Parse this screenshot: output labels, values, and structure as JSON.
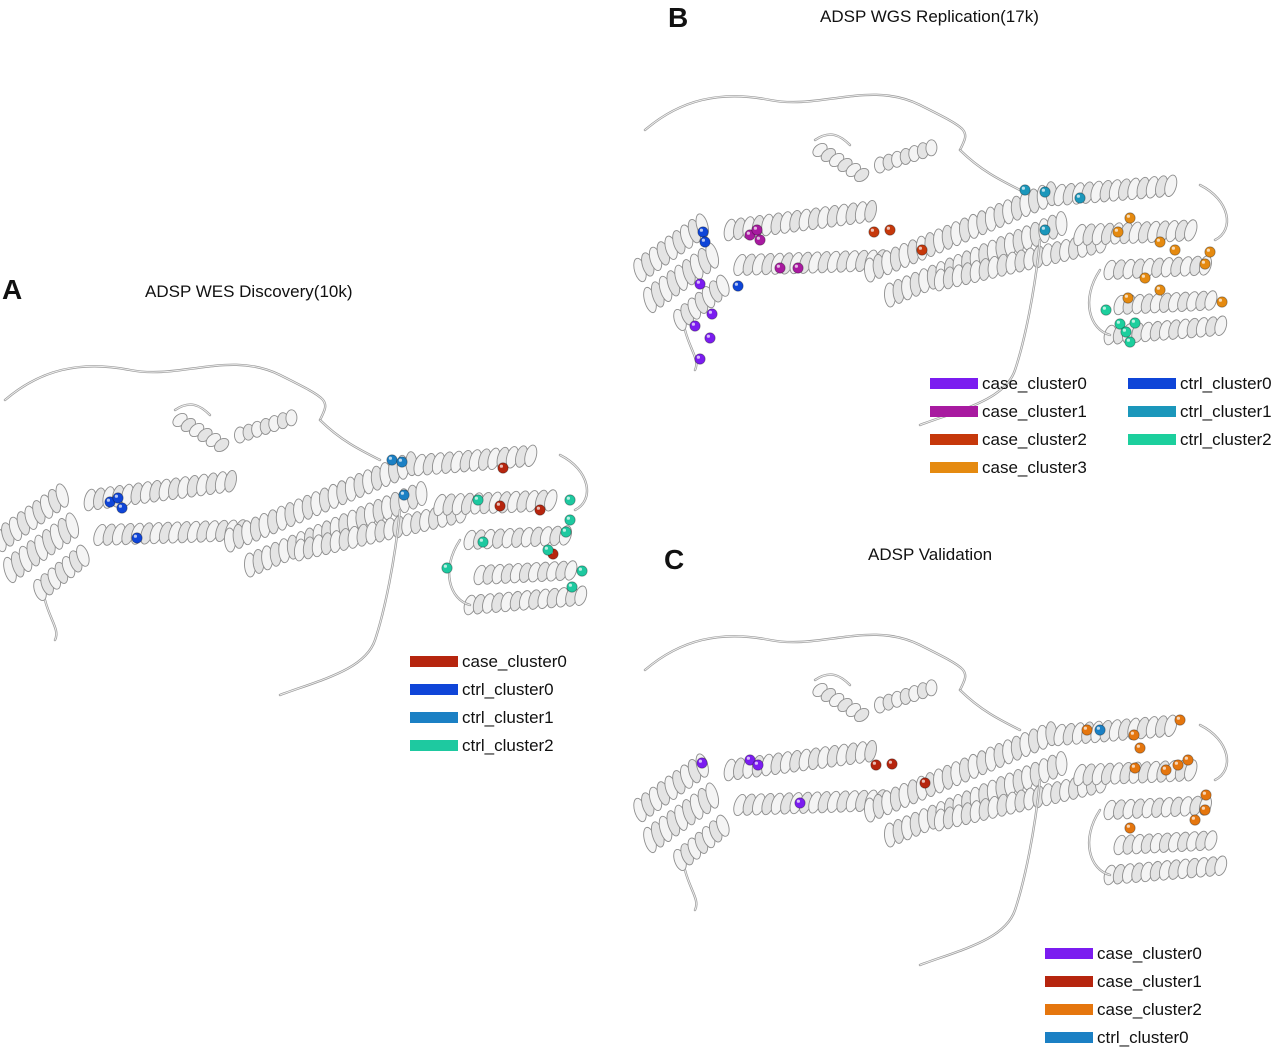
{
  "panels": [
    {
      "letter": "A",
      "title": "ADSP WES Discovery(10k)",
      "legend": [
        {
          "label": "case_cluster0",
          "color": "#b6250e"
        },
        {
          "label": "ctrl_cluster0",
          "color": "#0f45d8"
        },
        {
          "label": "ctrl_cluster1",
          "color": "#1b80c4"
        },
        {
          "label": "ctrl_cluster2",
          "color": "#1ec9a0"
        }
      ]
    },
    {
      "letter": "B",
      "title": "ADSP WGS Replication(17k)",
      "legend": [
        {
          "label": "case_cluster0",
          "color": "#7b1cf0"
        },
        {
          "label": "case_cluster1",
          "color": "#a81aa0"
        },
        {
          "label": "case_cluster2",
          "color": "#c6380b"
        },
        {
          "label": "case_cluster3",
          "color": "#e58a10"
        },
        {
          "label": "ctrl_cluster0",
          "color": "#0f45d8"
        },
        {
          "label": "ctrl_cluster1",
          "color": "#1b97bb"
        },
        {
          "label": "ctrl_cluster2",
          "color": "#1ccf9d"
        }
      ]
    },
    {
      "letter": "C",
      "title": "ADSP Validation",
      "legend": [
        {
          "label": "case_cluster0",
          "color": "#7b1cf0"
        },
        {
          "label": "case_cluster1",
          "color": "#b6250e"
        },
        {
          "label": "case_cluster2",
          "color": "#e5760e"
        },
        {
          "label": "ctrl_cluster0",
          "color": "#1b80c4"
        }
      ]
    }
  ]
}
